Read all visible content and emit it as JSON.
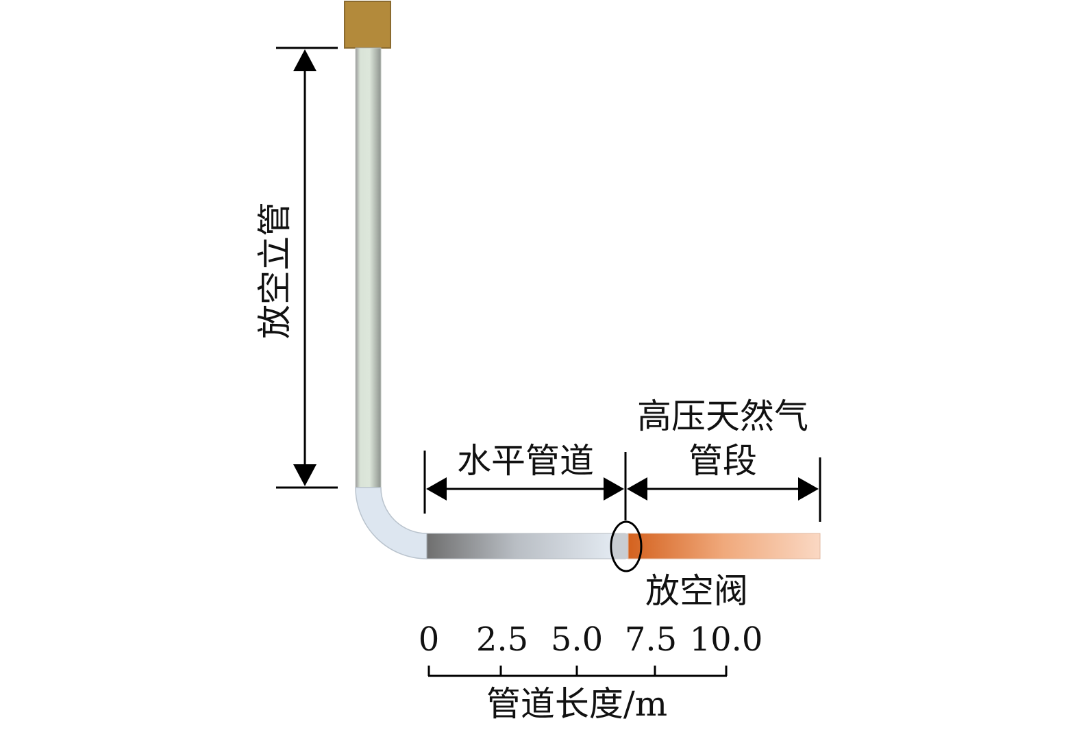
{
  "labels": {
    "vertical_pipe": "放空立管",
    "horizontal_pipe": "水平管道",
    "gas_segment_line1": "高压天然气",
    "gas_segment_line2": "管段",
    "valve": "放空阀",
    "axis_title": "管道长度/m"
  },
  "scale": {
    "ticks": [
      "0",
      "2.5",
      "5.0",
      "7.5",
      "10.0"
    ]
  },
  "colors": {
    "cap": "#b38a3b",
    "riser": "#d7e2d5",
    "elbow": "#dfe7f0",
    "horizontal_start": "#6f6f6f",
    "horizontal_end": "#e6eef6",
    "gas_start": "#d86a2c",
    "gas_end": "#f8d9c7"
  }
}
